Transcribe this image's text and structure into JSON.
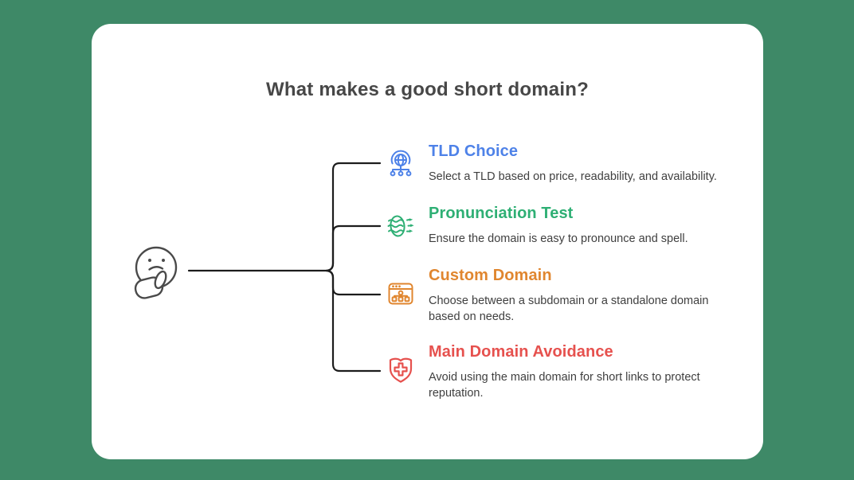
{
  "colors": {
    "background": "#3E8967",
    "card": "#FFFFFF",
    "title_text": "#474747",
    "body_text": "#3F3F3F",
    "connector": "#1C1C1C",
    "face": "#4A4A4A"
  },
  "card": {
    "title": "What makes a good short domain?"
  },
  "mindmap": {
    "root_icon": "thinking-face",
    "items": [
      {
        "icon": "globe-network-icon",
        "color": "#4E82E8",
        "title": "TLD Choice",
        "desc_lines": [
          "Select a TLD based on price, readability, and availability."
        ]
      },
      {
        "icon": "speech-waves-icon",
        "color": "#2EAF74",
        "title": "Pronunciation Test",
        "desc_lines": [
          "Ensure the domain is easy to pronounce and spell."
        ]
      },
      {
        "icon": "browser-sitemap-icon",
        "color": "#E0862F",
        "title": "Custom Domain",
        "desc_lines": [
          "Choose between a subdomain or a standalone domain",
          "based on needs."
        ]
      },
      {
        "icon": "shield-cross-icon",
        "color": "#E6514E",
        "title": "Main Domain Avoidance",
        "desc_lines": [
          "Avoid using the main domain for short links to protect",
          "reputation."
        ]
      }
    ]
  }
}
